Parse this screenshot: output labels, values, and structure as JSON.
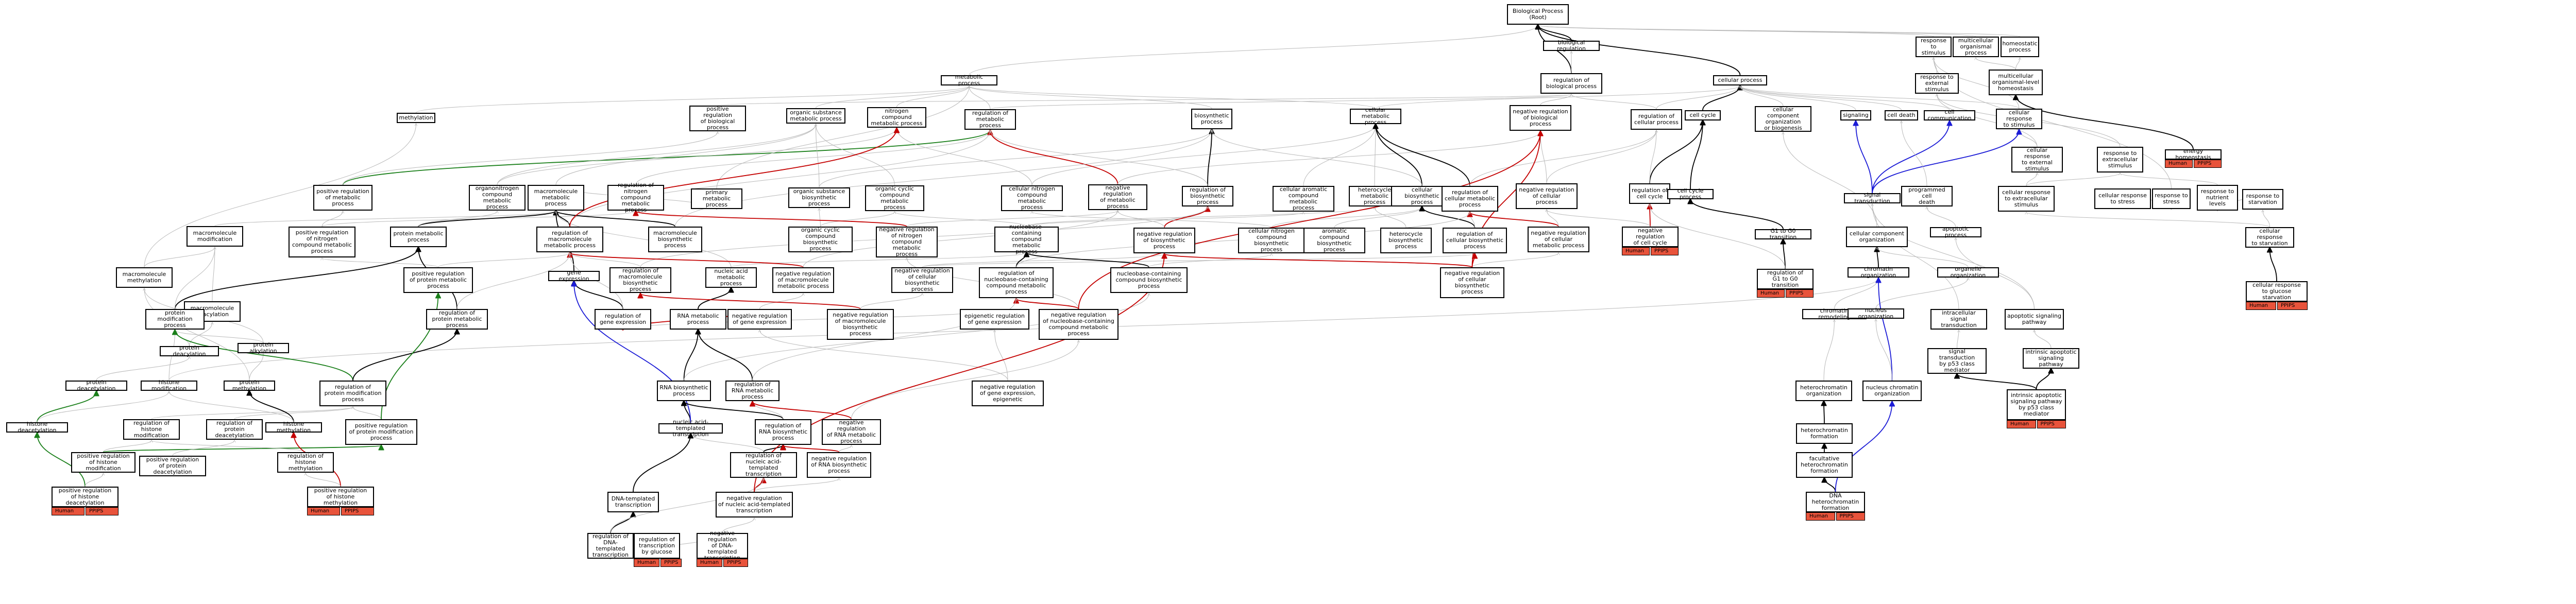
{
  "colors": {
    "edge_default": "#b9b9b9",
    "edge_black": "#000000",
    "edge_green": "#1a7f1a",
    "edge_red": "#c40000",
    "edge_blue": "#1c1cd6",
    "tag_fill": "#e8533b"
  },
  "tags": {
    "species": "Human",
    "tool": "PPIPS"
  },
  "nodes": [
    {
      "id": "bp",
      "label": "Biological Process\n(Root)"
    },
    {
      "id": "bioreg",
      "label": "biological regulation"
    },
    {
      "id": "stim",
      "label": "response to\nstimulus"
    },
    {
      "id": "multi",
      "label": "multicellular\norganismal process"
    },
    {
      "id": "homeo",
      "label": "homeostatic\nprocess"
    },
    {
      "id": "metab",
      "label": "metabolic process"
    },
    {
      "id": "regbio",
      "label": "regulation of\nbiological process"
    },
    {
      "id": "cellproc",
      "label": "cellular process"
    },
    {
      "id": "extstim",
      "label": "response to\nexternal stimulus"
    },
    {
      "id": "mhomeo",
      "label": "multicellular\norganismal-level\nhomeostasis"
    },
    {
      "id": "methylation",
      "label": "methylation"
    },
    {
      "id": "posregbio",
      "label": "positive regulation\nof biological\nprocess"
    },
    {
      "id": "orgsub",
      "label": "organic substance\nmetabolic process"
    },
    {
      "id": "ncmp",
      "label": "nitrogen compound\nmetabolic process"
    },
    {
      "id": "regmetab",
      "label": "regulation of\nmetabolic process"
    },
    {
      "id": "biosyn",
      "label": "biosynthetic\nprocess"
    },
    {
      "id": "cellmetab",
      "label": "cellular metabolic\nprocess"
    },
    {
      "id": "negregbio",
      "label": "negative regulation\nof biological\nprocess"
    },
    {
      "id": "regcell",
      "label": "regulation of\ncellular process"
    },
    {
      "id": "cellcycle",
      "label": "cell cycle"
    },
    {
      "id": "ccorg",
      "label": "cellular component\norganization\nor biogenesis"
    },
    {
      "id": "signaling",
      "label": "signaling"
    },
    {
      "id": "celldeath",
      "label": "cell death"
    },
    {
      "id": "cellcomm",
      "label": "cell communication"
    },
    {
      "id": "cellstim",
      "label": "cellular response\nto stimulus"
    },
    {
      "id": "cellextstim",
      "label": "cellular response\nto external\nstimulus"
    },
    {
      "id": "extcellstim",
      "label": "response to\nextracellular\nstimulus"
    },
    {
      "id": "energy",
      "label": "energy homeostasis",
      "tagged": true
    },
    {
      "id": "posregmetab",
      "label": "positive regulation\nof metabolic\nprocess"
    },
    {
      "id": "orgnitro",
      "label": "organonitrogen\ncompound metabolic\nprocess"
    },
    {
      "id": "macromet",
      "label": "macromolecule\nmetabolic process"
    },
    {
      "id": "regncmp",
      "label": "regulation of\nnitrogen compound\nmetabolic process"
    },
    {
      "id": "primmet",
      "label": "primary metabolic\nprocess"
    },
    {
      "id": "orgsubbio",
      "label": "organic substance\nbiosynthetic\nprocess"
    },
    {
      "id": "orgcyclic",
      "label": "organic cyclic\ncompound metabolic\nprocess"
    },
    {
      "id": "cellnitro",
      "label": "cellular nitrogen\ncompound metabolic\nprocess"
    },
    {
      "id": "negregmet",
      "label": "negative regulation\nof metabolic\nprocess"
    },
    {
      "id": "regbiosyn",
      "label": "regulation of\nbiosynthetic\nprocess"
    },
    {
      "id": "cellarom",
      "label": "cellular aromatic\ncompound metabolic\nprocess"
    },
    {
      "id": "heterocycle",
      "label": "heterocycle\nmetabolic process"
    },
    {
      "id": "cellbiosyn",
      "label": "cellular biosynthetic\nprocess"
    },
    {
      "id": "regcellmet",
      "label": "regulation of\ncellular metabolic\nprocess"
    },
    {
      "id": "negregcell",
      "label": "negative regulation\nof cellular\nprocess"
    },
    {
      "id": "regcc",
      "label": "regulation of\ncell cycle"
    },
    {
      "id": "ccprocess",
      "label": "cell cycle process"
    },
    {
      "id": "sigtrans",
      "label": "signal transduction"
    },
    {
      "id": "pcd",
      "label": "programmed cell\ndeath"
    },
    {
      "id": "cellextcell",
      "label": "cellular response\nto extracellular\nstimulus"
    },
    {
      "id": "cellstress",
      "label": "cellular response\nto stress"
    },
    {
      "id": "stress",
      "label": "response to\nstress"
    },
    {
      "id": "nutrient",
      "label": "response to\nnutrient\nlevels"
    },
    {
      "id": "starv",
      "label": "response to\nstarvation"
    },
    {
      "id": "posregnitro",
      "label": "positive regulation\nof nitrogen\ncompound metabolic\nprocess"
    },
    {
      "id": "macromod",
      "label": "macromolecule\nmodification"
    },
    {
      "id": "protmet",
      "label": "protein metabolic\nprocess"
    },
    {
      "id": "regmacromet",
      "label": "regulation of\nmacromolecule\nmetabolic process"
    },
    {
      "id": "macrobiosyn",
      "label": "macromolecule\nbiosynthetic\nprocess"
    },
    {
      "id": "orgcycbio",
      "label": "organic cyclic\ncompound biosynthetic\nprocess"
    },
    {
      "id": "negregnitro",
      "label": "negative regulation\nof nitrogen\ncompound metabolic\nprocess"
    },
    {
      "id": "nucbase",
      "label": "nucleobase-containing\ncompound metabolic\nprocess"
    },
    {
      "id": "negregbiosyn",
      "label": "negative regulation\nof biosynthetic\nprocess"
    },
    {
      "id": "cellnitrobio",
      "label": "cellular nitrogen\ncompound biosynthetic\nprocess"
    },
    {
      "id": "aromabio",
      "label": "aromatic compound\nbiosynthetic\nprocess"
    },
    {
      "id": "heterobio",
      "label": "heterocycle\nbiosynthetic\nprocess"
    },
    {
      "id": "regcellbio",
      "label": "regulation of\ncellular biosynthetic\nprocess"
    },
    {
      "id": "negregcellmet",
      "label": "negative regulation\nof cellular\nmetabolic process"
    },
    {
      "id": "negregcc",
      "label": "negative regulation\nof cell cycle",
      "tagged": true
    },
    {
      "id": "g1g0",
      "label": "G1 to G0 transition"
    },
    {
      "id": "ccorgan",
      "label": "cellular component\norganization"
    },
    {
      "id": "apopt",
      "label": "apoptotic process"
    },
    {
      "id": "cellstarv",
      "label": "cellular response\nto starvation"
    },
    {
      "id": "cellglucose",
      "label": "cellular response\nto glucose starvation",
      "tagged": true
    },
    {
      "id": "macrometh",
      "label": "macromolecule\nmethylation"
    },
    {
      "id": "macrodeacyl",
      "label": "macromolecule\ndeacylation"
    },
    {
      "id": "posregprotmet",
      "label": "positive regulation\nof protein metabolic\nprocess"
    },
    {
      "id": "geneexp",
      "label": "gene expression"
    },
    {
      "id": "regmacrobio",
      "label": "regulation of\nmacromolecule\nbiosynthetic process"
    },
    {
      "id": "nucacid",
      "label": "nucleic acid\nmetabolic process"
    },
    {
      "id": "negregmacromet",
      "label": "negative regulation\nof macromolecule\nmetabolic process"
    },
    {
      "id": "negregcellbio",
      "label": "negative regulation\nof cellular\nbiosynthetic process"
    },
    {
      "id": "regnucbase",
      "label": "regulation of\nnucleobase-containing\ncompound metabolic\nprocess"
    },
    {
      "id": "nucbasebio",
      "label": "nucleobase-containing\ncompound biosynthetic\nprocess"
    },
    {
      "id": "negregcellbio2",
      "label": "negative regulation\nof cellular\nbiosynthetic\nprocess"
    },
    {
      "id": "chromorg",
      "label": "chromatin organization"
    },
    {
      "id": "organelle",
      "label": "organelle organization"
    },
    {
      "id": "intrasig",
      "label": "intracellular\nsignal transduction"
    },
    {
      "id": "apoptsig",
      "label": "apoptotic signaling\npathway"
    },
    {
      "id": "protmod",
      "label": "protein modification\nprocess"
    },
    {
      "id": "protdeacyl",
      "label": "protein deacylation"
    },
    {
      "id": "protalkyl",
      "label": "protein alkylation"
    },
    {
      "id": "regprotmet",
      "label": "regulation of\nprotein metabolic\nprocess"
    },
    {
      "id": "reggeneexp",
      "label": "regulation of\ngene expression"
    },
    {
      "id": "rnamet",
      "label": "RNA metabolic\nprocess"
    },
    {
      "id": "negreggeneexp",
      "label": "negative regulation\nof gene expression"
    },
    {
      "id": "negregmacrobio",
      "label": "negative regulation\nof macromolecule\nbiosynthetic\nprocess"
    },
    {
      "id": "epigenetic",
      "label": "epigenetic regulation\nof gene expression"
    },
    {
      "id": "negregnucbase",
      "label": "negative regulation\nof nucleobase-containing\ncompound metabolic\nprocess"
    },
    {
      "id": "chromremod",
      "label": "chromatin remodeling"
    },
    {
      "id": "nucorg",
      "label": "nucleus organization"
    },
    {
      "id": "p53",
      "label": "signal transduction\nby p53 class\nmediator"
    },
    {
      "id": "intrapopt",
      "label": "intrinsic apoptotic\nsignaling pathway"
    },
    {
      "id": "intrapop53",
      "label": "intrinsic apoptotic\nsignaling pathway\nby p53 class\nmediator",
      "tagged": true
    },
    {
      "id": "protdeacet",
      "label": "protein deacetylation"
    },
    {
      "id": "histmod",
      "label": "histone modification"
    },
    {
      "id": "protmeth",
      "label": "protein methylation"
    },
    {
      "id": "regprotmod",
      "label": "regulation of\nprotein modification\nprocess"
    },
    {
      "id": "rnabiosyn",
      "label": "RNA biosynthetic\nprocess"
    },
    {
      "id": "regrnamet",
      "label": "regulation of\nRNA metabolic\nprocess"
    },
    {
      "id": "negreggeneepi",
      "label": "negative regulation\nof gene expression,\nepigenetic"
    },
    {
      "id": "heterochrom",
      "label": "heterochromatin\norganization"
    },
    {
      "id": "nucchrom",
      "label": "nucleus chromatin\norganization"
    },
    {
      "id": "histdeacyl",
      "label": "histone deacetylation"
    },
    {
      "id": "reghistmod",
      "label": "regulation of\nhistone modification"
    },
    {
      "id": "regprotdeacyl",
      "label": "regulation of\nprotein deacetylation"
    },
    {
      "id": "histmeth",
      "label": "histone methylation"
    },
    {
      "id": "posregprotmod",
      "label": "positive regulation\nof protein modification\nprocess"
    },
    {
      "id": "nucacidtx",
      "label": "nucleic acid-templated\ntranscription"
    },
    {
      "id": "regrnabio",
      "label": "regulation of\nRNA biosynthetic\nprocess"
    },
    {
      "id": "negregrnamet",
      "label": "negative regulation\nof RNA metabolic\nprocess"
    },
    {
      "id": "heteroform",
      "label": "heterochromatin\nformation"
    },
    {
      "id": "posreghistmod",
      "label": "positive regulation\nof histone modification"
    },
    {
      "id": "posregprotdeacyl",
      "label": "positive regulation\nof protein deacetylation"
    },
    {
      "id": "reghistmeth",
      "label": "regulation of\nhistone methylation"
    },
    {
      "id": "regnatx",
      "label": "regulation of\nnucleic acid-templated\ntranscription"
    },
    {
      "id": "negregrnabio",
      "label": "negative regulation\nof RNA biosynthetic\nprocess"
    },
    {
      "id": "facult",
      "label": "facultative\nheterochromatin\nformation"
    },
    {
      "id": "dnatx",
      "label": "DNA-templated\ntranscription"
    },
    {
      "id": "negregnatx",
      "label": "negative regulation\nof nucleic acid-templated\ntranscription"
    },
    {
      "id": "posreghistdeacyl",
      "label": "positive regulation\nof histone deacetylation",
      "tagged": true
    },
    {
      "id": "posreghistmeth",
      "label": "positive regulation\nof histone methylation",
      "tagged": true
    },
    {
      "id": "regdnatx",
      "label": "regulation of\nDNA-templated\ntranscription"
    },
    {
      "id": "dnahetero",
      "label": "DNA heterochromatin\nformation",
      "tagged": true
    },
    {
      "id": "regtxglucose",
      "label": "regulation of\ntranscription\nby glucose",
      "tagged": true
    },
    {
      "id": "negregdnatx",
      "label": "negative regulation\nof DNA-templated\ntranscription",
      "tagged": true
    },
    {
      "id": "regg1g0",
      "label": "regulation of\nG1 to G0 transition",
      "tagged": true
    }
  ]
}
